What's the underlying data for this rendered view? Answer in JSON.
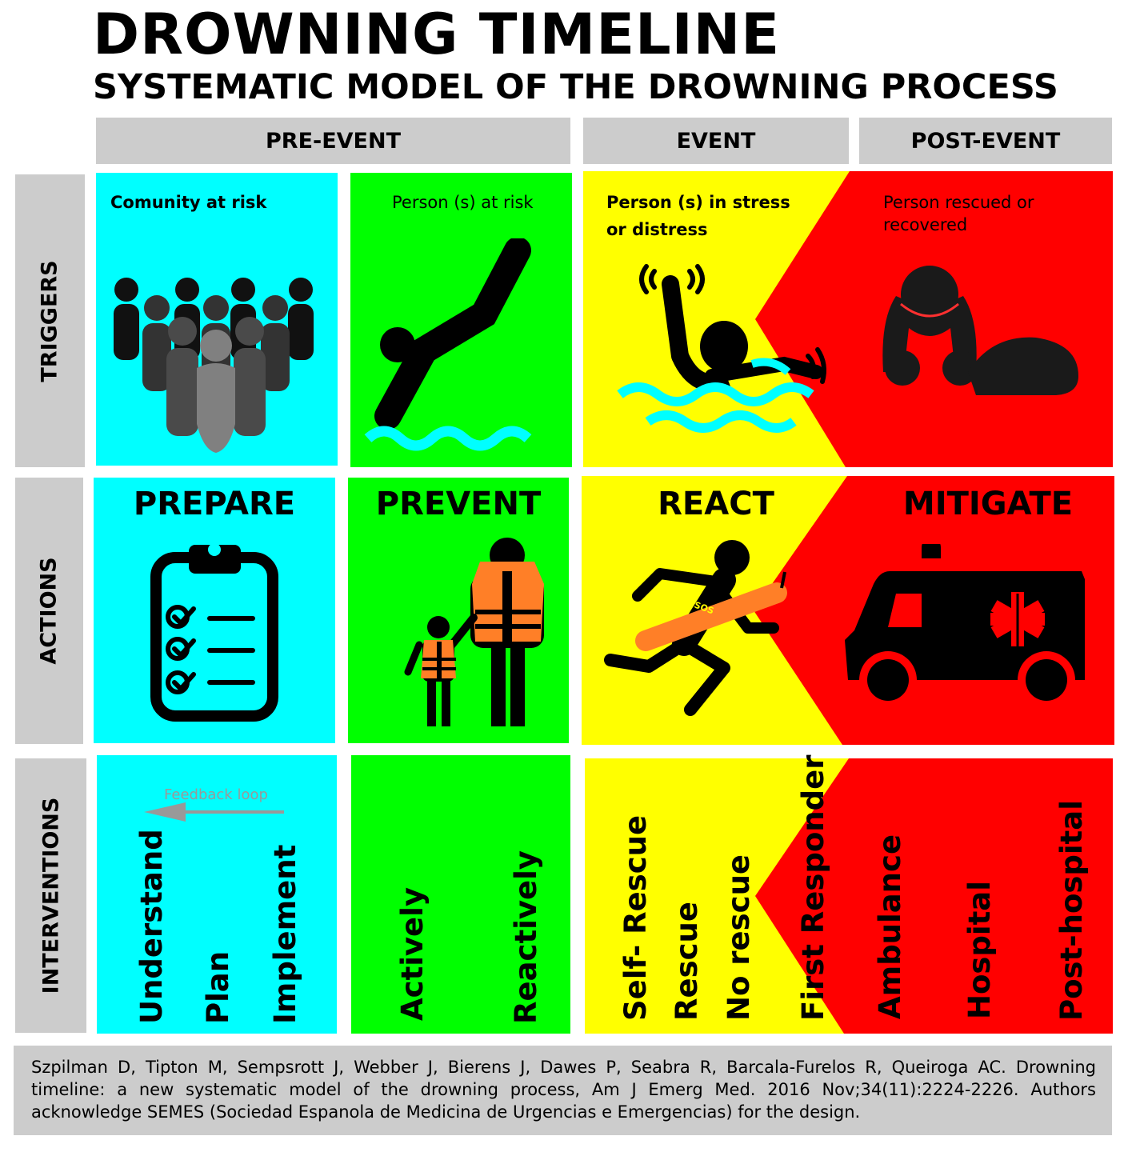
{
  "title": "DROWNING TIMELINE",
  "subtitle": "SYSTEMATIC MODEL OF THE DROWNING PROCESS",
  "phases": {
    "pre_event": "PRE-EVENT",
    "event": "EVENT",
    "post_event": "POST-EVENT"
  },
  "rows": {
    "triggers": "TRIGGERS",
    "actions": "ACTIONS",
    "interventions": "INTERVENTIONS"
  },
  "triggers": {
    "community": "Comunity at risk",
    "persons": "Person (s) at risk",
    "stress_line1": "Person (s) in stress",
    "stress_line2": "or distress",
    "rescued_line1": "Person rescued or",
    "rescued_line2": "recovered"
  },
  "actions": {
    "prepare": "PREPARE",
    "prevent": "PREVENT",
    "react": "REACT",
    "mitigate": "MITIGATE"
  },
  "interventions": {
    "feedback": "Feedback loop",
    "understand": "Understand",
    "plan": "Plan",
    "implement": "Implement",
    "actively": "Actively",
    "reactively": "Reactively",
    "self_rescue": "Self- Rescue",
    "rescue": "Rescue",
    "no_rescue": "No rescue",
    "first_responder": "First Responder",
    "ambulance": "Ambulance",
    "hospital": "Hospital",
    "post_hospital": "Post-hospital"
  },
  "icons": {
    "crowd": "crowd-icon",
    "diver": "diving-person-icon",
    "drowning": "drowning-person-icon",
    "rescued": "rescued-person-icon",
    "clipboard": "clipboard-checklist-icon",
    "lifejacket": "life-jacket-family-icon",
    "runner": "rescuer-running-icon",
    "ambulance": "ambulance-icon"
  },
  "colors": {
    "cyan": "#00ffff",
    "green": "#00ff00",
    "yellow": "#ffff00",
    "red": "#ff0000",
    "grey": "#cccccc",
    "orange": "#ff7f27"
  },
  "citation": "Szpilman D, Tipton M, Sempsrott J, Webber J, Bierens J, Dawes P, Seabra R, Barcala-Furelos R, Queiroga AC. Drowning timeline: a new systematic model of the drowning process, Am J Emerg Med. 2016 Nov;34(11):2224-2226. Authors acknowledge SEMES (Sociedad Espanola de Medicina de Urgencias e Emergencias) for the design."
}
